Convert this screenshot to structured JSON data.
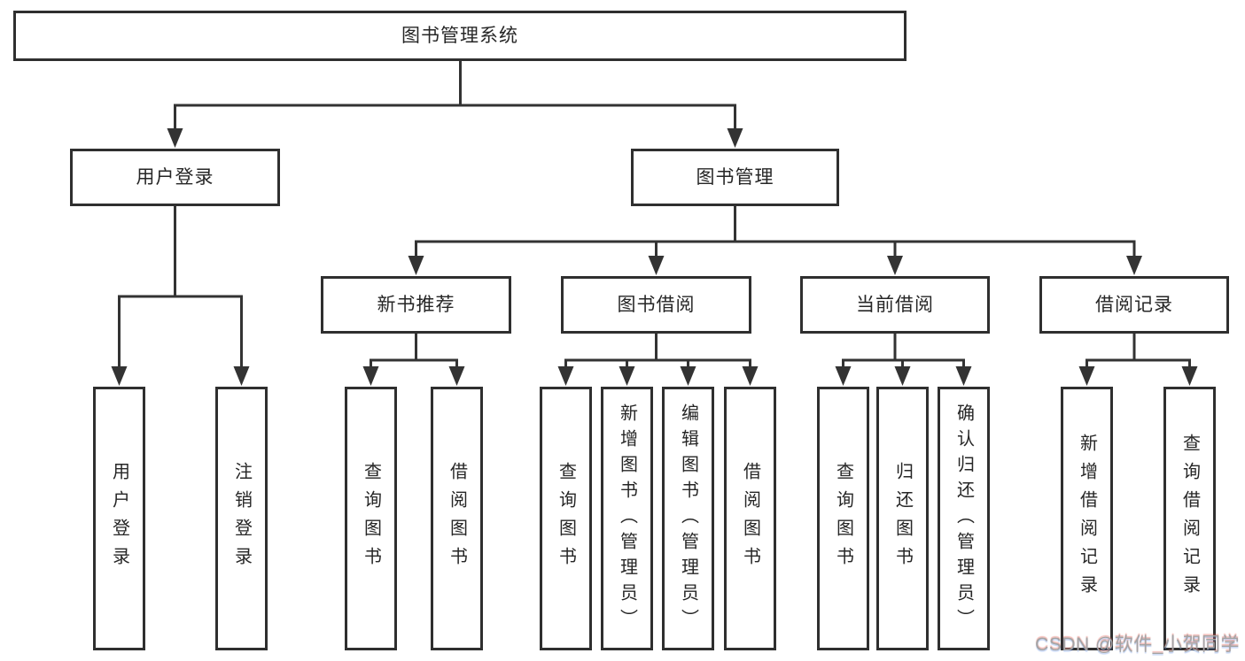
{
  "diagram": {
    "title": "图书管理系统",
    "nodes": {
      "root": {
        "label": "图书管理系统"
      },
      "login": {
        "label": "用户登录"
      },
      "mgmt": {
        "label": "图书管理"
      },
      "new_book": {
        "label": "新书推荐"
      },
      "book_borrow": {
        "label": "图书借阅"
      },
      "current_borrow": {
        "label": "当前借阅"
      },
      "borrow_record": {
        "label": "借阅记录"
      },
      "login_children": [
        {
          "label": "用户登录"
        },
        {
          "label": "注销登录"
        }
      ],
      "new_book_children": [
        {
          "label": "查询图书"
        },
        {
          "label": "借阅图书"
        }
      ],
      "book_borrow_children": [
        {
          "label": "查询图书"
        },
        {
          "label": "新增图书（管理员）"
        },
        {
          "label": "编辑图书（管理员）"
        },
        {
          "label": "借阅图书"
        }
      ],
      "current_borrow_children": [
        {
          "label": "查询图书"
        },
        {
          "label": "归还图书"
        },
        {
          "label": "确认归还（管理员）"
        }
      ],
      "borrow_record_children": [
        {
          "label": "新增借阅记录"
        },
        {
          "label": "查询借阅记录"
        }
      ]
    },
    "colors": {
      "line": "#333333",
      "box_border": "#2f2f2f",
      "text": "#262626",
      "watermark": "#a4a4a4"
    }
  },
  "watermark": {
    "text": "CSDN @软件_小贺同学"
  }
}
